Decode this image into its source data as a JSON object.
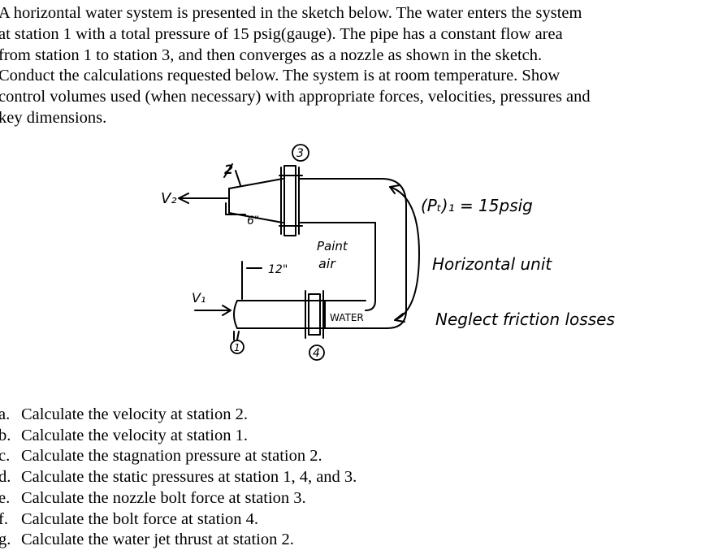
{
  "intro_lines": [
    "A horizontal water system is presented in the sketch below. The water enters the system",
    "at station 1 with a total pressure of 15 psig(gauge). The pipe has a constant flow area",
    "from station 1 to station 3, and then converges as a nozzle as shown in the sketch.",
    "Conduct the calculations requested below. The system is at room temperature. Show",
    "control volumes used (when necessary) with appropriate forces, velocities, pressures and",
    "key dimensions."
  ],
  "sketch": {
    "v2_label": "V₂",
    "six_in": "6\"",
    "twelve_in": "12\"",
    "v1_label": "V₁",
    "station_1": "1",
    "station_2": "2",
    "station_3": "3",
    "station_4": "4",
    "paint_air_1": "Paint",
    "paint_air_2": "air",
    "water": "WATER",
    "note_1": "(Pₜ)₁ = 15psig",
    "note_2": "Horizontal unit",
    "note_3": "Neglect friction losses"
  },
  "questions": [
    {
      "letter": "a.",
      "text": "Calculate the velocity at station 2."
    },
    {
      "letter": "b.",
      "text": "Calculate the velocity at station 1."
    },
    {
      "letter": "c.",
      "text": "Calculate the stagnation pressure at station 2."
    },
    {
      "letter": "d.",
      "text": "Calculate the static pressures at station 1, 4, and 3."
    },
    {
      "letter": "e.",
      "text": "Calculate the nozzle bolt force at station 3."
    },
    {
      "letter": "f.",
      "text": "Calculate the bolt force at station 4."
    },
    {
      "letter": "g.",
      "text": "Calculate the water jet thrust at station 2."
    }
  ]
}
